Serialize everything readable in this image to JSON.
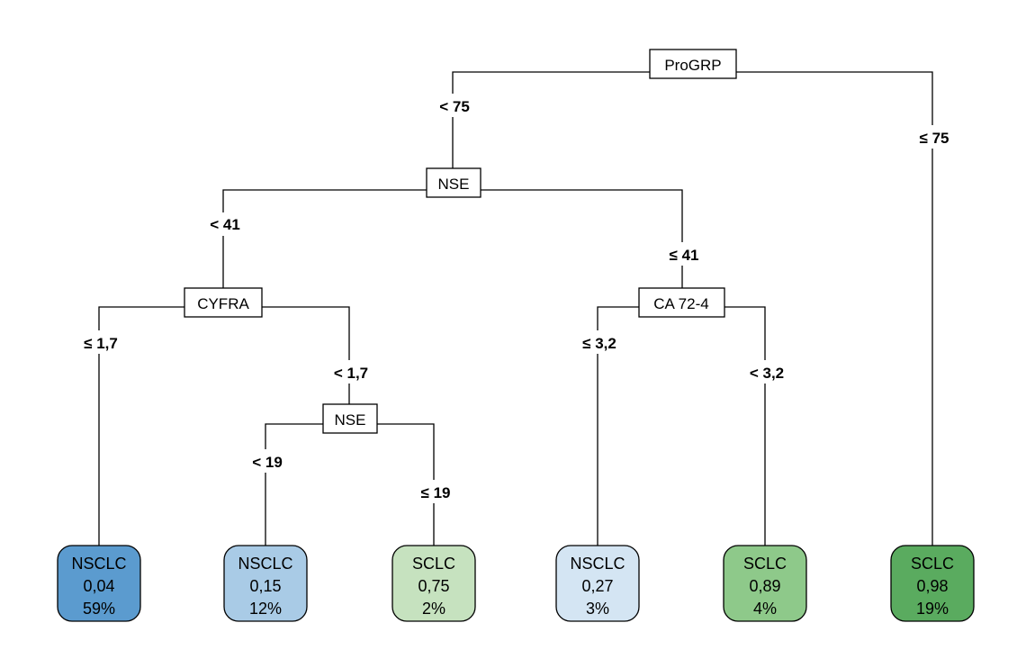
{
  "nodes": {
    "root": "ProGRP",
    "nse1": "NSE",
    "cyfra": "CYFRA",
    "ca724": "CA 72-4",
    "nse2": "NSE"
  },
  "branches": {
    "root_left": "< 75",
    "root_right": "≤ 75",
    "nse1_left": "< 41",
    "nse1_right": "≤ 41",
    "cyfra_left": "≤ 1,7",
    "cyfra_right": "< 1,7",
    "nse2_left": "< 19",
    "nse2_right": "≤ 19",
    "ca724_left": "≤ 3,2",
    "ca724_right": "< 3,2"
  },
  "leaves": [
    {
      "class": "NSCLC",
      "prob": "0,04",
      "pct": "59%",
      "color": "#5b9bcf"
    },
    {
      "class": "NSCLC",
      "prob": "0,15",
      "pct": "12%",
      "color": "#a9cbe6"
    },
    {
      "class": "SCLC",
      "prob": "0,75",
      "pct": "2%",
      "color": "#c6e2bf"
    },
    {
      "class": "NSCLC",
      "prob": "0,27",
      "pct": "3%",
      "color": "#d4e5f3"
    },
    {
      "class": "SCLC",
      "prob": "0,89",
      "pct": "4%",
      "color": "#8ec98a"
    },
    {
      "class": "SCLC",
      "prob": "0,98",
      "pct": "19%",
      "color": "#5aab5f"
    }
  ]
}
